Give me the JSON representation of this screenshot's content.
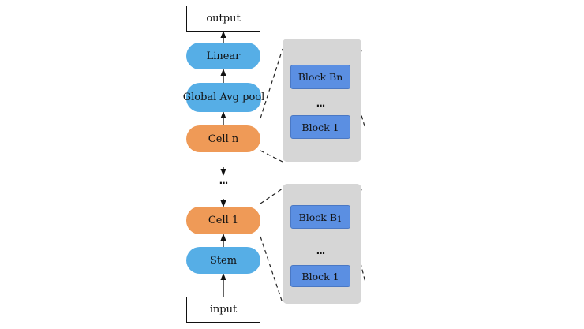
{
  "network": {
    "output": "output",
    "linear": "Linear",
    "pool": "Global Avg pool",
    "cell_n": "Cell n",
    "ellipsis": "...",
    "cell_1": "Cell 1",
    "stem": "Stem",
    "input": "input"
  },
  "cell_n_detail": {
    "top_block": "Block Bn",
    "ellipsis": "...",
    "bottom_block": "Block 1"
  },
  "cell_1_detail": {
    "top_block_prefix": "Block B",
    "top_block_sub": "1",
    "ellipsis": "...",
    "bottom_block": "Block 1"
  },
  "colors": {
    "blue": "#56aee6",
    "orange": "#ef9a57",
    "block": "#5b8fe2",
    "panel": "#d6d6d6"
  }
}
